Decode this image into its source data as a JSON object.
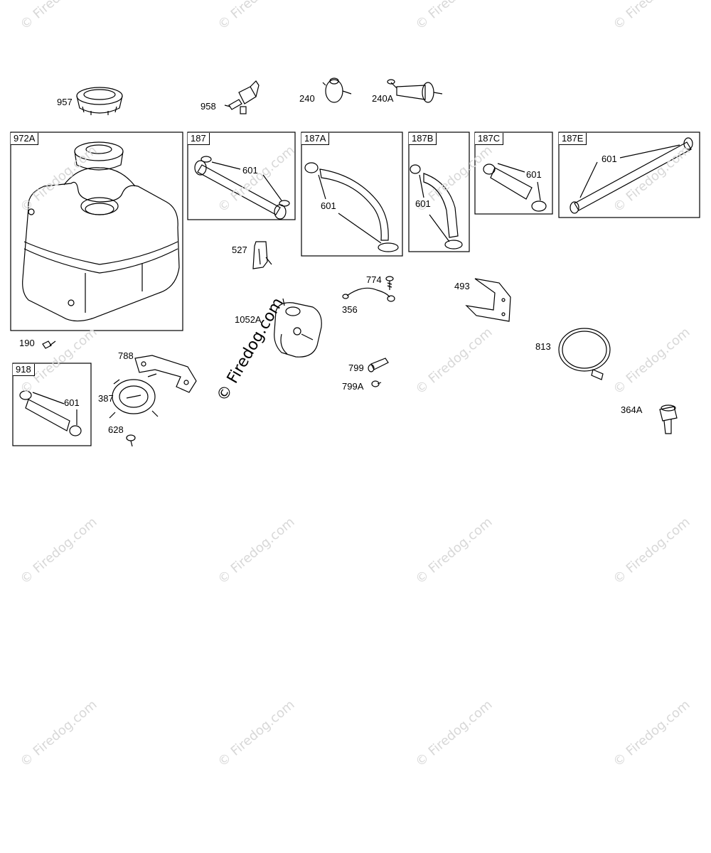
{
  "watermark": {
    "text": "© Firedog.com",
    "center_text": "© Firedog.com"
  },
  "part_labels": {
    "p957": "957",
    "p958": "958",
    "p240": "240",
    "p240a": "240A",
    "p527": "527",
    "p774": "774",
    "p356": "356",
    "p493": "493",
    "p1052a": "1052A",
    "p190": "190",
    "p788": "788",
    "p387": "387",
    "p628": "628",
    "p799": "799",
    "p799a": "799A",
    "p813": "813",
    "p364a": "364A"
  },
  "boxes": {
    "b972a": {
      "tag": "972A"
    },
    "b187": {
      "tag": "187",
      "callout": "601"
    },
    "b187a": {
      "tag": "187A",
      "callout": "601"
    },
    "b187b": {
      "tag": "187B",
      "callout": "601"
    },
    "b187c": {
      "tag": "187C",
      "callout": "601"
    },
    "b187e": {
      "tag": "187E",
      "callout": "601"
    },
    "b918": {
      "tag": "918",
      "callout": "601"
    }
  },
  "colors": {
    "line": "#000000",
    "watermark": "#d8d8d8"
  }
}
